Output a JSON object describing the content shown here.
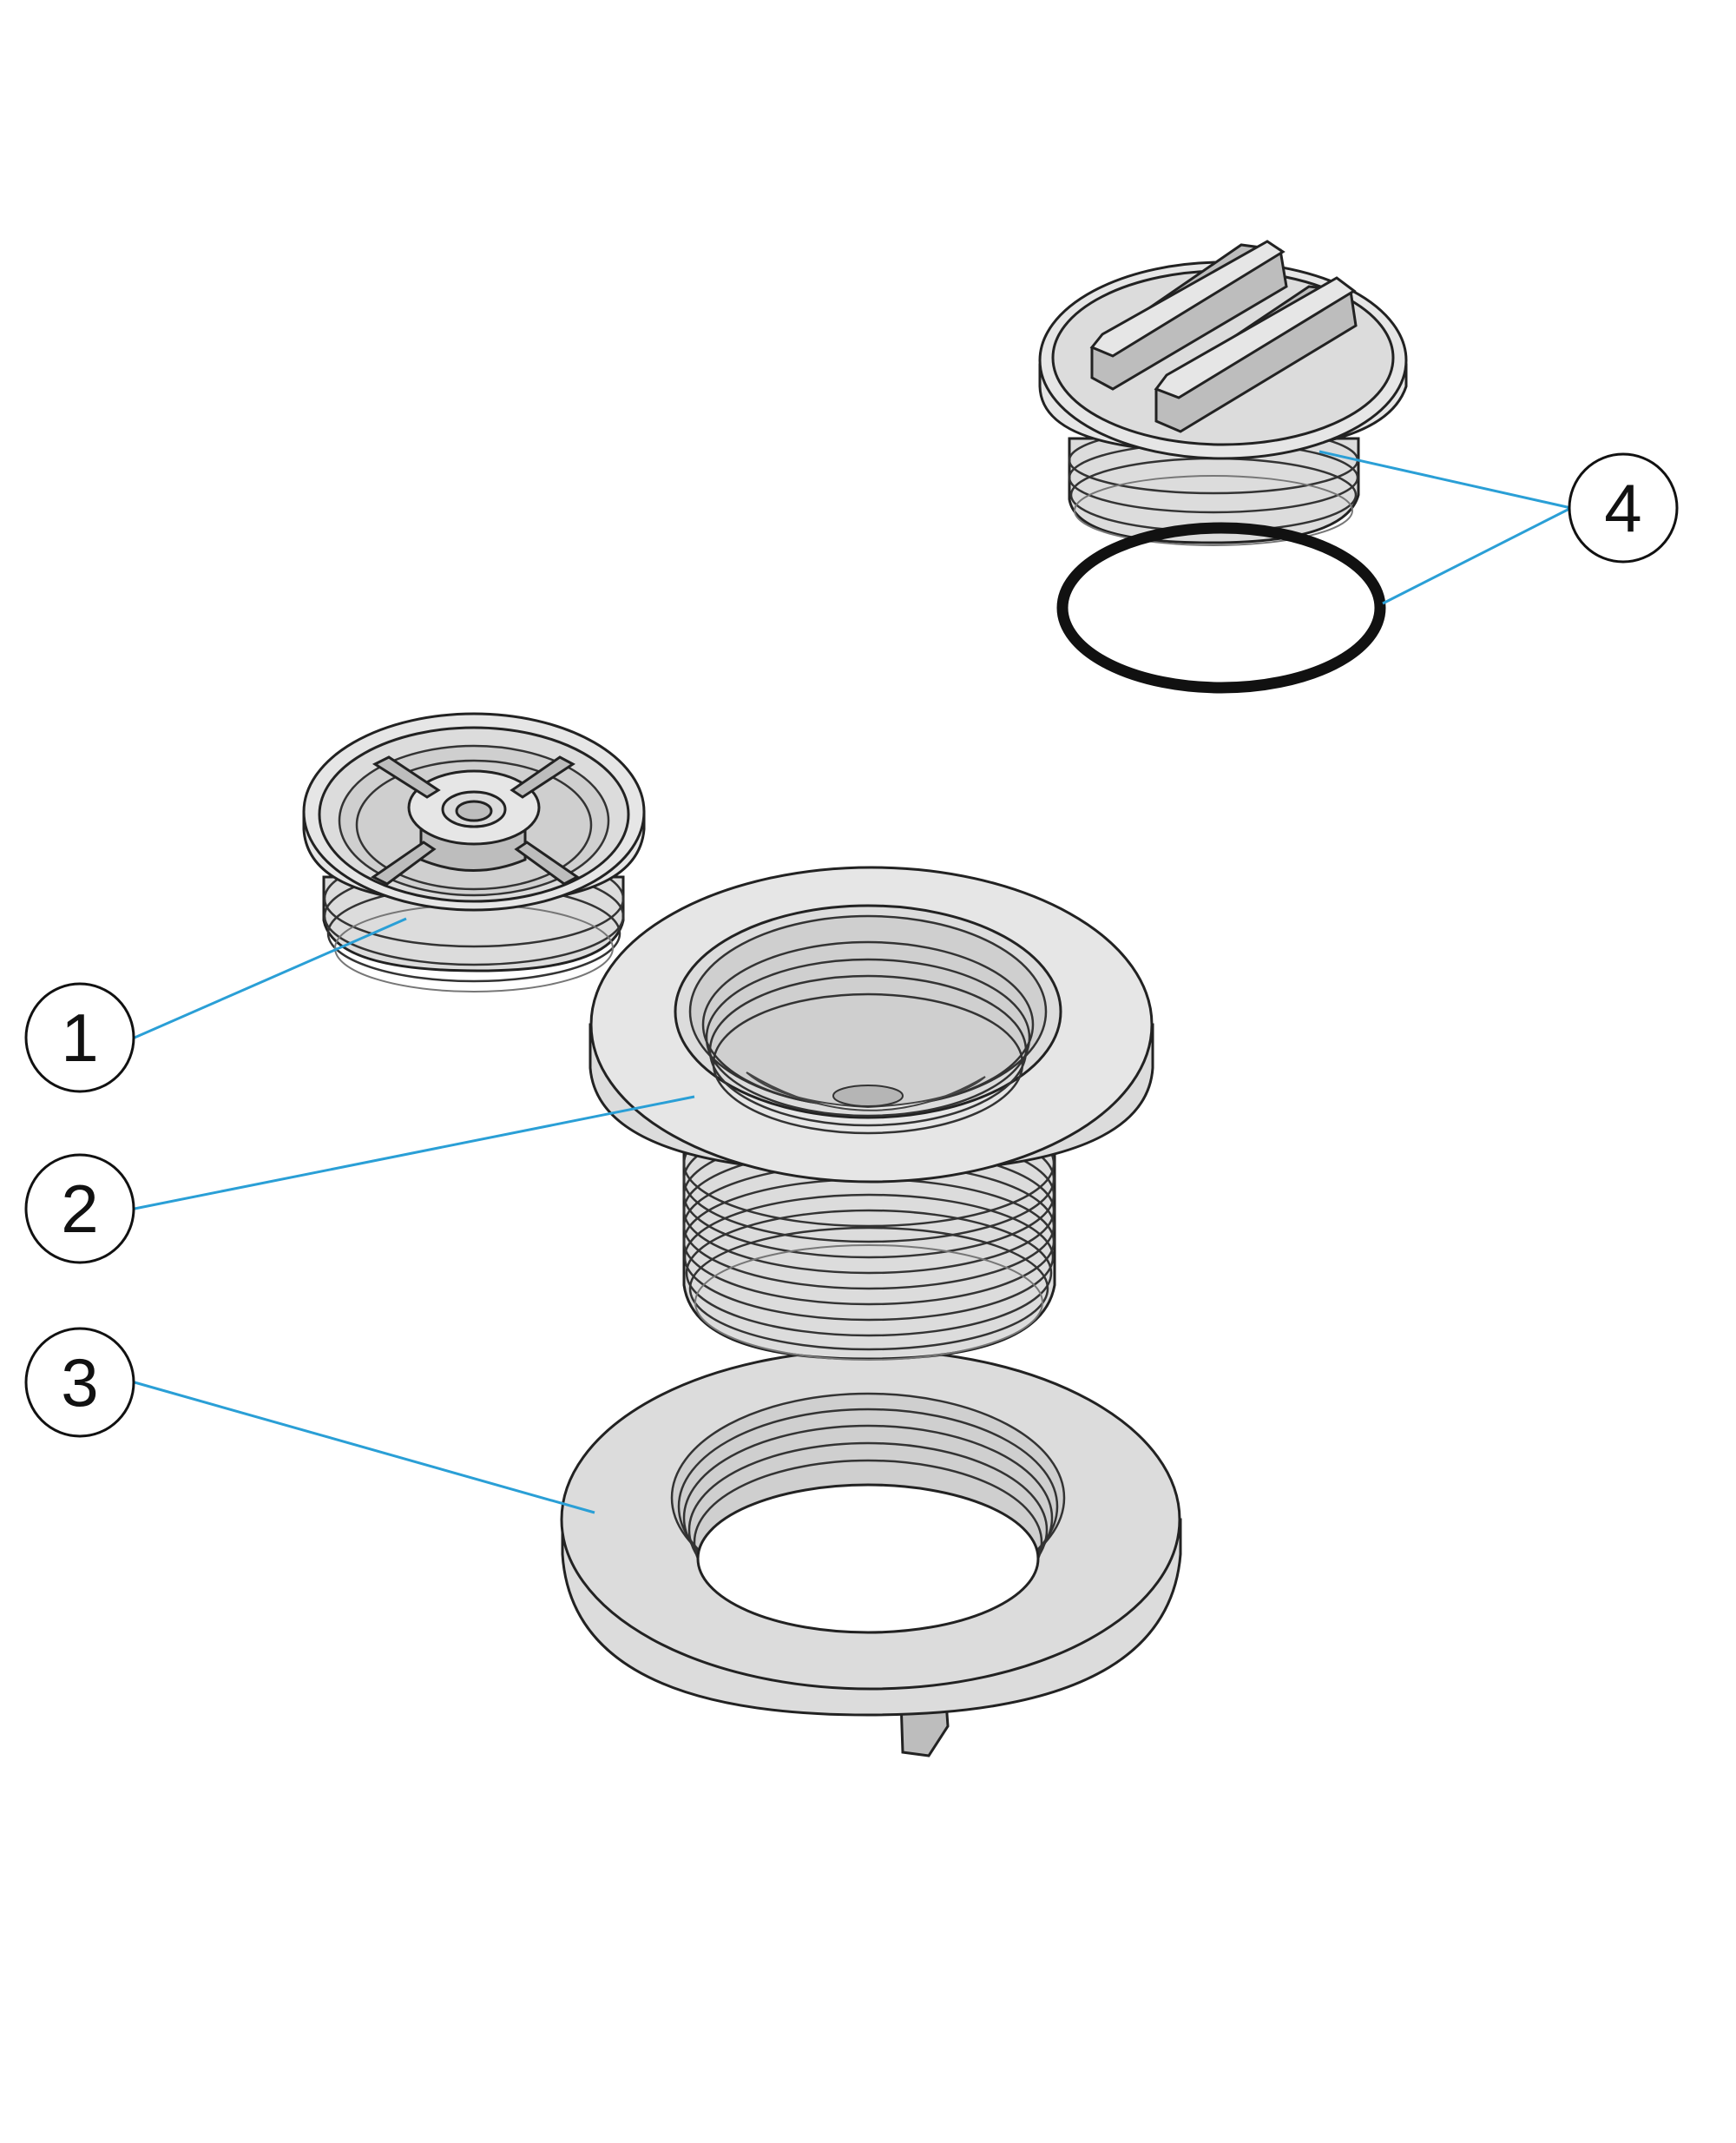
{
  "callouts": [
    {
      "id": "1",
      "label": "1"
    },
    {
      "id": "2",
      "label": "2"
    },
    {
      "id": "3",
      "label": "3"
    },
    {
      "id": "4",
      "label": "4"
    }
  ],
  "colors": {
    "leader_line": "#2a9fd6",
    "part_fill": "#dcdcdc",
    "outline": "#222222"
  }
}
